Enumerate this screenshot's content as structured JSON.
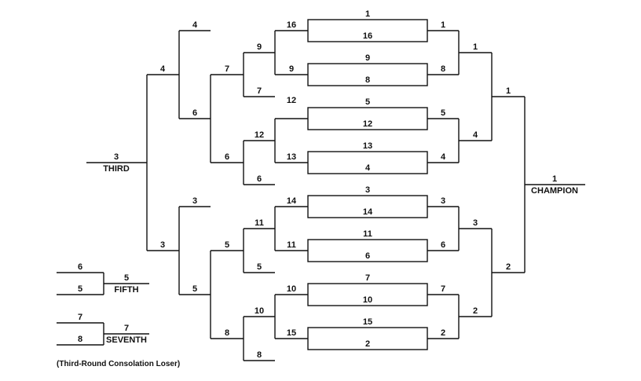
{
  "colors": {
    "line": "#111111",
    "text": "#111111",
    "background": "#ffffff"
  },
  "labels": {
    "third": "THIRD",
    "champion": "CHAMPION",
    "fifth": "FIFTH",
    "seventh": "SEVENTH",
    "note": "(Third-Round Consolation Loser)"
  },
  "champion": {
    "seed": "1"
  },
  "right_final": {
    "top": "1",
    "bottom": "2"
  },
  "right_semis": {
    "a": "1",
    "b": "4",
    "c": "3",
    "d": "2"
  },
  "right_quarters": [
    "1",
    "8",
    "5",
    "4",
    "3",
    "6",
    "7",
    "2"
  ],
  "first_round": [
    {
      "top": "1",
      "bottom": "16"
    },
    {
      "top": "9",
      "bottom": "8"
    },
    {
      "top": "5",
      "bottom": "12"
    },
    {
      "top": "13",
      "bottom": "4"
    },
    {
      "top": "3",
      "bottom": "14"
    },
    {
      "top": "11",
      "bottom": "6"
    },
    {
      "top": "7",
      "bottom": "10"
    },
    {
      "top": "15",
      "bottom": "2"
    }
  ],
  "consolation_r1": [
    "16",
    "9",
    "12",
    "13",
    "14",
    "11",
    "10",
    "15"
  ],
  "consolation_r2": [
    "9",
    "7",
    "12",
    "6",
    "11",
    "5",
    "10",
    "8"
  ],
  "consolation_r3": [
    "7",
    "6",
    "5",
    "8"
  ],
  "consolation_r4": [
    "4",
    "6",
    "3",
    "5"
  ],
  "consolation_r5": [
    "4",
    "3"
  ],
  "third_place": "3",
  "fifth": {
    "top": "6",
    "bottom": "5",
    "winner": "5"
  },
  "seventh": {
    "top": "7",
    "bottom": "8",
    "winner": "7"
  }
}
